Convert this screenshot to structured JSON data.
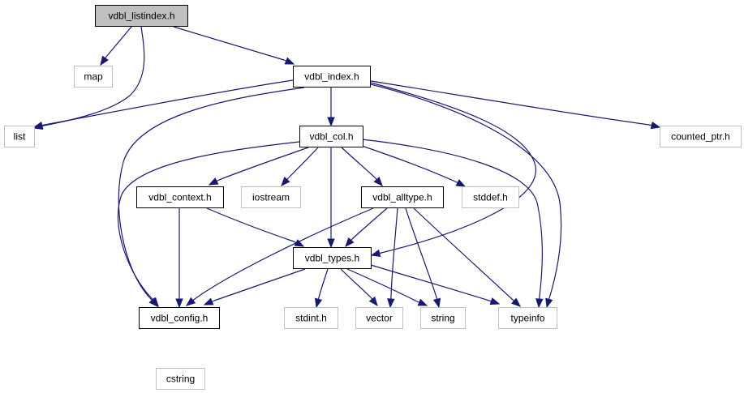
{
  "colors": {
    "edge": "#191970",
    "root_fill": "#bfbfbf",
    "root_border": "#000000",
    "internal_border": "#000000",
    "external_border": "#c0c0c0",
    "fill": "#ffffff"
  },
  "nodes": [
    {
      "id": "vdbl_listindex",
      "label": "vdbl_listindex.h",
      "kind": "root"
    },
    {
      "id": "map",
      "label": "map",
      "kind": "external"
    },
    {
      "id": "vdbl_index",
      "label": "vdbl_index.h",
      "kind": "internal"
    },
    {
      "id": "list",
      "label": "list",
      "kind": "external"
    },
    {
      "id": "counted_ptr",
      "label": "counted_ptr.h",
      "kind": "external"
    },
    {
      "id": "vdbl_col",
      "label": "vdbl_col.h",
      "kind": "internal"
    },
    {
      "id": "vdbl_context",
      "label": "vdbl_context.h",
      "kind": "internal"
    },
    {
      "id": "iostream",
      "label": "iostream",
      "kind": "external"
    },
    {
      "id": "vdbl_alltype",
      "label": "vdbl_alltype.h",
      "kind": "internal"
    },
    {
      "id": "stddef",
      "label": "stddef.h",
      "kind": "external"
    },
    {
      "id": "vdbl_types",
      "label": "vdbl_types.h",
      "kind": "internal"
    },
    {
      "id": "vdbl_config",
      "label": "vdbl_config.h",
      "kind": "internal"
    },
    {
      "id": "stdint",
      "label": "stdint.h",
      "kind": "external"
    },
    {
      "id": "vector",
      "label": "vector",
      "kind": "external"
    },
    {
      "id": "string",
      "label": "string",
      "kind": "external"
    },
    {
      "id": "typeinfo",
      "label": "typeinfo",
      "kind": "external"
    },
    {
      "id": "cstring",
      "label": "cstring",
      "kind": "external"
    }
  ],
  "edges": [
    {
      "from": "vdbl_listindex",
      "to": "map"
    },
    {
      "from": "vdbl_listindex",
      "to": "list"
    },
    {
      "from": "vdbl_listindex",
      "to": "vdbl_index"
    },
    {
      "from": "vdbl_index",
      "to": "list"
    },
    {
      "from": "vdbl_index",
      "to": "counted_ptr"
    },
    {
      "from": "vdbl_index",
      "to": "vdbl_col"
    },
    {
      "from": "vdbl_index",
      "to": "vdbl_config"
    },
    {
      "from": "vdbl_index",
      "to": "vdbl_types"
    },
    {
      "from": "vdbl_index",
      "to": "typeinfo"
    },
    {
      "from": "vdbl_col",
      "to": "vdbl_context"
    },
    {
      "from": "vdbl_col",
      "to": "iostream"
    },
    {
      "from": "vdbl_col",
      "to": "vdbl_alltype"
    },
    {
      "from": "vdbl_col",
      "to": "stddef"
    },
    {
      "from": "vdbl_col",
      "to": "vdbl_types"
    },
    {
      "from": "vdbl_col",
      "to": "vdbl_config"
    },
    {
      "from": "vdbl_col",
      "to": "typeinfo"
    },
    {
      "from": "vdbl_context",
      "to": "vdbl_config"
    },
    {
      "from": "vdbl_context",
      "to": "vdbl_types"
    },
    {
      "from": "vdbl_alltype",
      "to": "vdbl_types"
    },
    {
      "from": "vdbl_alltype",
      "to": "vdbl_config"
    },
    {
      "from": "vdbl_alltype",
      "to": "vector"
    },
    {
      "from": "vdbl_alltype",
      "to": "string"
    },
    {
      "from": "vdbl_alltype",
      "to": "typeinfo"
    },
    {
      "from": "vdbl_types",
      "to": "vdbl_config"
    },
    {
      "from": "vdbl_types",
      "to": "stdint"
    },
    {
      "from": "vdbl_types",
      "to": "vector"
    },
    {
      "from": "vdbl_types",
      "to": "string"
    },
    {
      "from": "vdbl_types",
      "to": "typeinfo"
    },
    {
      "from": "vdbl_config",
      "to": "cstring"
    }
  ]
}
